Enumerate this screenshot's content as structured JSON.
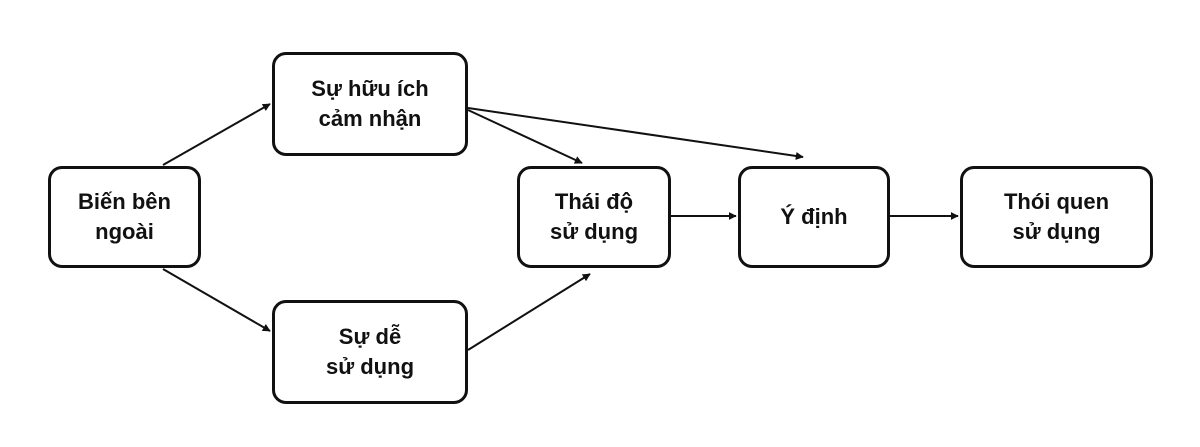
{
  "nodes": {
    "external": {
      "lines": [
        "Biến bên",
        "ngoài"
      ]
    },
    "perceived_usefulness": {
      "lines": [
        "Sự hữu ích",
        "cảm nhận"
      ]
    },
    "perceived_ease_of_use": {
      "lines": [
        "Sự dễ",
        "sử dụng"
      ]
    },
    "attitude": {
      "lines": [
        "Thái độ",
        "sử dụng"
      ]
    },
    "intention": {
      "lines": [
        "Ý định"
      ]
    },
    "habit": {
      "lines": [
        "Thói quen",
        "sử dụng"
      ]
    }
  },
  "edges": [
    {
      "from": "external",
      "to": "perceived_usefulness"
    },
    {
      "from": "external",
      "to": "perceived_ease_of_use"
    },
    {
      "from": "perceived_usefulness",
      "to": "attitude"
    },
    {
      "from": "perceived_usefulness",
      "to": "intention"
    },
    {
      "from": "perceived_ease_of_use",
      "to": "attitude"
    },
    {
      "from": "attitude",
      "to": "intention"
    },
    {
      "from": "intention",
      "to": "habit"
    }
  ],
  "colors": {
    "stroke": "#111111",
    "background": "#ffffff"
  }
}
